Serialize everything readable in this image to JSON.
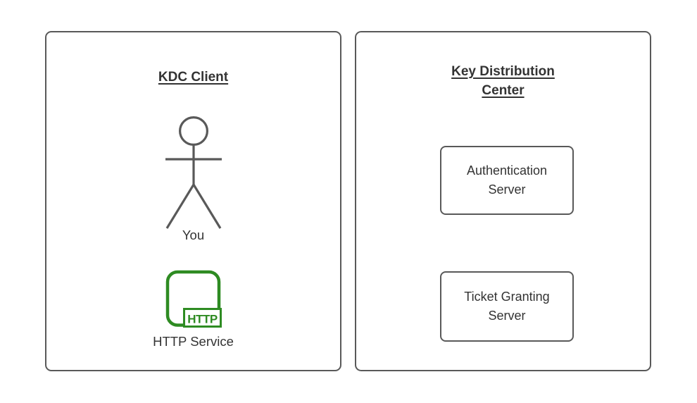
{
  "colors": {
    "background": "#ffffff",
    "border": "#595959",
    "text": "#333333",
    "accent_green": "#2e8b22"
  },
  "client_panel": {
    "title": "KDC Client",
    "actor_label": "You",
    "http_badge": "HTTP",
    "service_label": "HTTP Service"
  },
  "kdc_panel": {
    "title": "Key Distribution Center",
    "servers": [
      {
        "label": "Authentication Server"
      },
      {
        "label": "Ticket Granting Server"
      }
    ]
  }
}
